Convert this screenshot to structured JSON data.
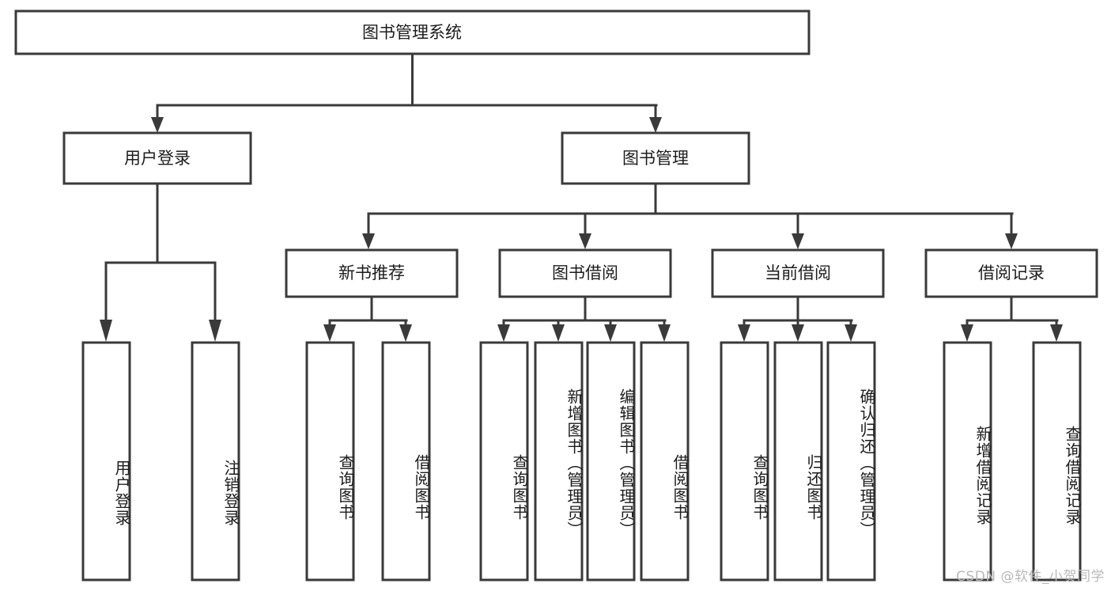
{
  "diagram": {
    "title": "图书管理系统",
    "type": "tree",
    "orientation": "top-down",
    "colors": {
      "box_stroke": "#3a3a3a",
      "box_fill": "#ffffff",
      "text": "#1c1c1c",
      "background": "#ffffff",
      "watermark": "#b9b9b9"
    },
    "root": {
      "label": "图书管理系统"
    },
    "level2": [
      {
        "label": "用户登录"
      },
      {
        "label": "图书管理"
      }
    ],
    "level3": [
      {
        "label": "新书推荐"
      },
      {
        "label": "图书借阅"
      },
      {
        "label": "当前借阅"
      },
      {
        "label": "借阅记录"
      }
    ],
    "leaves": {
      "user_login": [
        {
          "label": "用户登录"
        },
        {
          "label": "注销登录"
        }
      ],
      "new_book_recommend": [
        {
          "label": "查询图书"
        },
        {
          "label": "借阅图书"
        }
      ],
      "book_borrow": [
        {
          "label": "查询图书"
        },
        {
          "label": "新增图书（管理员）"
        },
        {
          "label": "编辑图书（管理员）"
        },
        {
          "label": "借阅图书"
        }
      ],
      "current_borrow": [
        {
          "label": "查询图书"
        },
        {
          "label": "归还图书"
        },
        {
          "label": "确认归还（管理员）"
        }
      ],
      "borrow_record": [
        {
          "label": "新增借阅记录"
        },
        {
          "label": "查询借阅记录"
        }
      ]
    }
  },
  "watermark": {
    "text": "CSDN @软件_小贺同学"
  }
}
